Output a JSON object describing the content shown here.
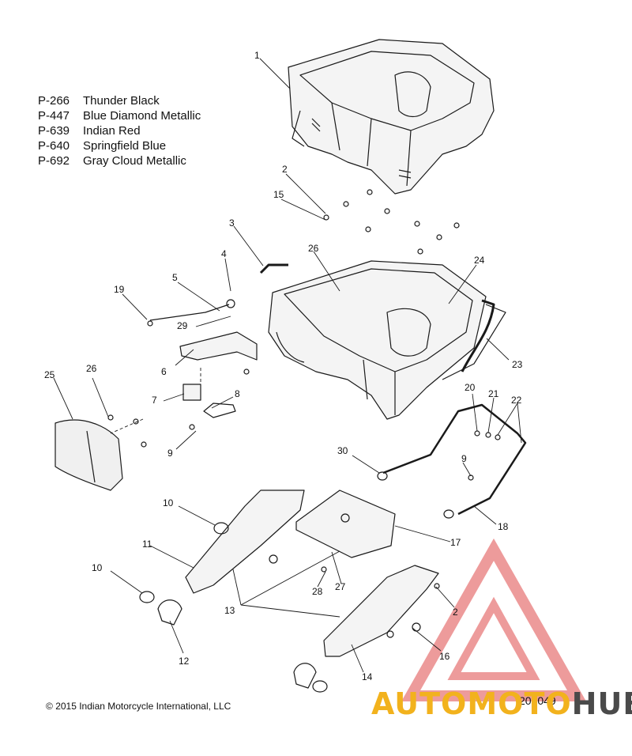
{
  "legend": [
    {
      "code": "P-266",
      "name": "Thunder Black"
    },
    {
      "code": "P-447",
      "name": "Blue Diamond Metallic"
    },
    {
      "code": "P-639",
      "name": "Indian Red"
    },
    {
      "code": "P-640",
      "name": "Springfield Blue"
    },
    {
      "code": "P-692",
      "name": "Gray Cloud Metallic"
    }
  ],
  "callouts": [
    "1",
    "2",
    "15",
    "3",
    "26",
    "4",
    "24",
    "5",
    "19",
    "29",
    "6",
    "23",
    "25",
    "26",
    "7",
    "8",
    "20",
    "21",
    "22",
    "9",
    "30",
    "9",
    "10",
    "17",
    "18",
    "11",
    "28",
    "27",
    "10",
    "13",
    "2",
    "12",
    "16",
    "14"
  ],
  "copyright": "2015 Indian Motorcycle International, LLC",
  "drawing_number": "200049",
  "watermark": {
    "part1": "AUTOMOTO",
    "part2": "HUB",
    "color1": "#f2b21d",
    "color2": "#4a4a4a",
    "triangle_color": "#e04a4a"
  }
}
